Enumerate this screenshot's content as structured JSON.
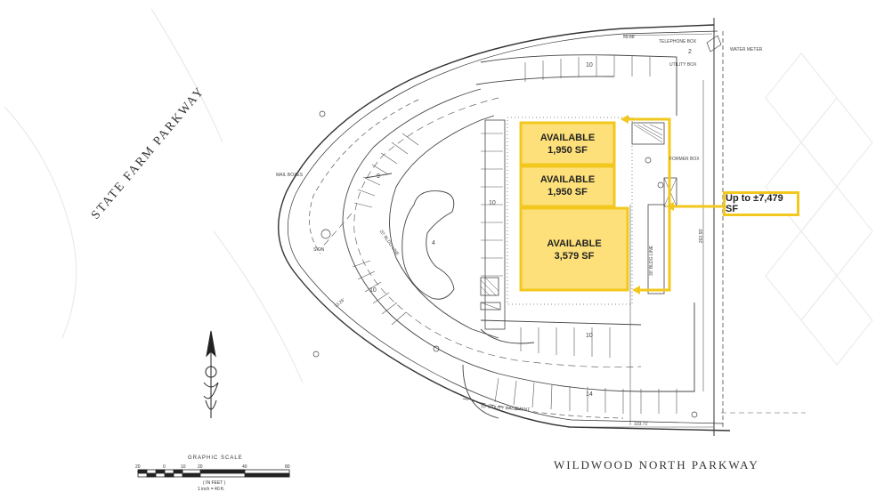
{
  "roads": {
    "state_farm": "STATE FARM PARKWAY",
    "wildwood_north": "WILDWOOD NORTH PARKWAY"
  },
  "units": [
    {
      "status": "AVAILABLE",
      "size": "1,950 SF"
    },
    {
      "status": "AVAILABLE",
      "size": "1,950 SF"
    },
    {
      "status": "AVAILABLE",
      "size": "3,579 SF"
    }
  ],
  "callout": "Up to ±7,479 SF",
  "annotations": {
    "telephone_box": "TELEPHONE BOX",
    "water_meter": "WATER METER",
    "utility_box": "UTILITY BOX",
    "mail_boxes": "MAIL BOXES",
    "transformer_box": "FORMER BOX",
    "bldg_line_1": "20' BLDG LINE",
    "bldg_line_2": "30' BLDG LINE",
    "utility_easement": "10' UTILITY EASEMENT",
    "sign": "SIGN",
    "dim_top": "59.88'",
    "dim_bottom": "103.71'",
    "dim_right": "263.55'",
    "dim_left": "73.26'"
  },
  "parking_counts": [
    "10",
    "9",
    "10",
    "4",
    "10",
    "10",
    "14",
    "2"
  ],
  "scale": {
    "title": "GRAPHIC SCALE",
    "ticks": [
      "20",
      "0",
      "10",
      "20",
      "40",
      "80"
    ],
    "unit": "( IN FEET )",
    "ratio": "1 inch = 40 ft."
  },
  "colors": {
    "highlight": "#f2c81e",
    "unit_fill": "#fde07a",
    "linework": "#333333"
  }
}
